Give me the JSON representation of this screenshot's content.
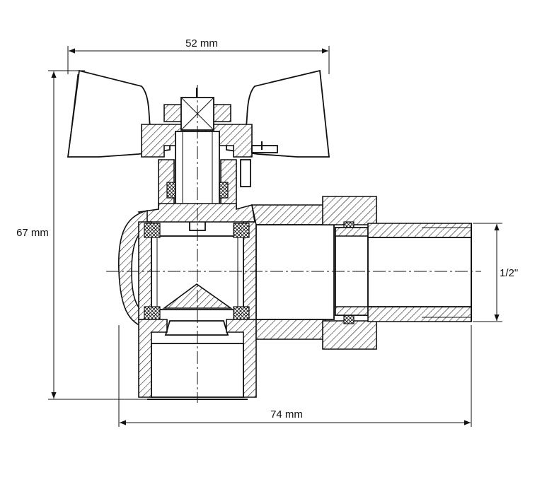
{
  "dimensions": {
    "width_label": "52 mm",
    "height_label": "67 mm",
    "length_label": "74 mm",
    "thread_label": "1/2\""
  }
}
